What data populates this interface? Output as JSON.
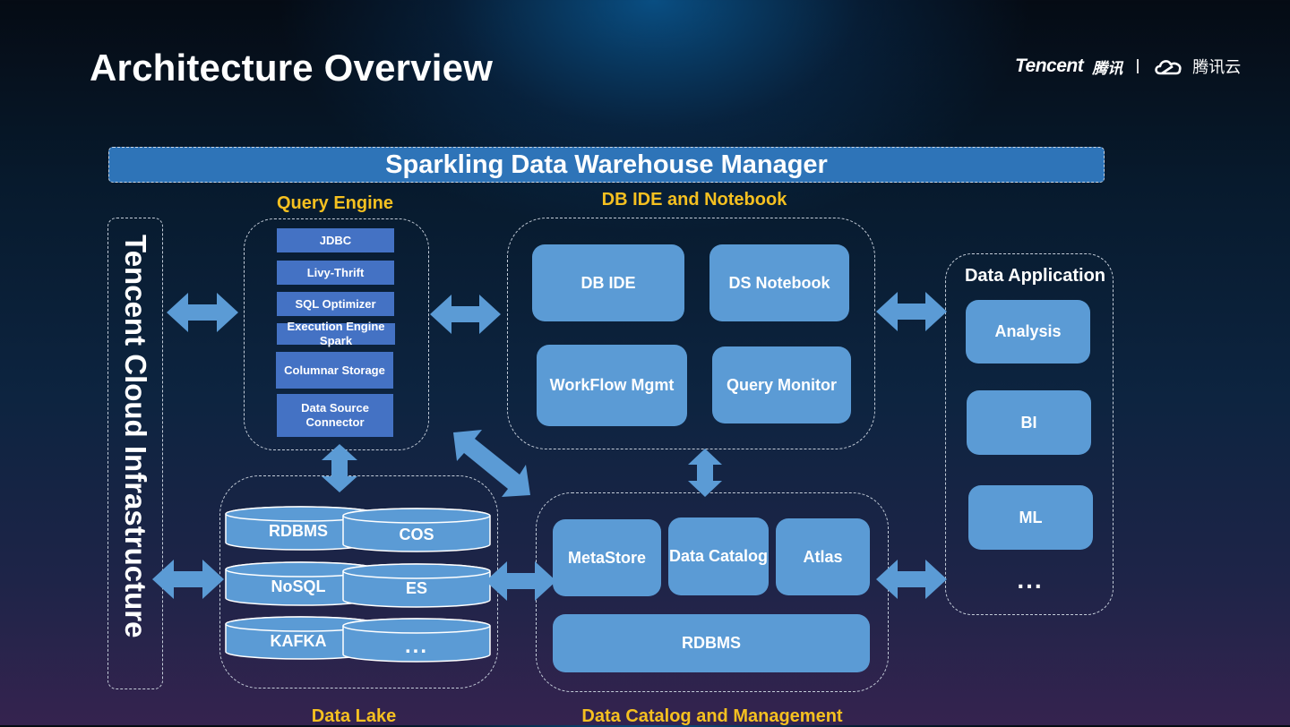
{
  "page": {
    "title": "Architecture Overview",
    "logo": {
      "brand": "Tencent",
      "brand_cn": "腾讯",
      "cloud_cn": "腾讯云"
    }
  },
  "banner": {
    "label": "Sparkling Data Warehouse Manager"
  },
  "infrastructure": {
    "label": "Tencent Cloud Infrastructure"
  },
  "query_engine": {
    "label": "Query Engine",
    "items": [
      "JDBC",
      "Livy-Thrift",
      "SQL Optimizer",
      "Execution Engine Spark",
      "Columnar Storage",
      "Data Source Connector"
    ]
  },
  "db_ide": {
    "label": "DB IDE and Notebook",
    "items": [
      "DB IDE",
      "DS Notebook",
      "WorkFlow Mgmt",
      "Query Monitor"
    ]
  },
  "data_application": {
    "label": "Data Application",
    "items": [
      "Analysis",
      "BI",
      "ML"
    ],
    "more": "..."
  },
  "data_lake": {
    "label": "Data Lake",
    "items": [
      "RDBMS",
      "COS",
      "NoSQL",
      "ES",
      "KAFKA",
      "..."
    ]
  },
  "data_catalog": {
    "label": "Data Catalog and Management",
    "items": [
      "MetaStore",
      "Data Catalog",
      "Atlas",
      "RDBMS"
    ]
  },
  "colors": {
    "accent_label": "#f5c020",
    "box": "#5b9bd5",
    "qe_box": "#4472c4",
    "banner": "#2e74b8"
  }
}
